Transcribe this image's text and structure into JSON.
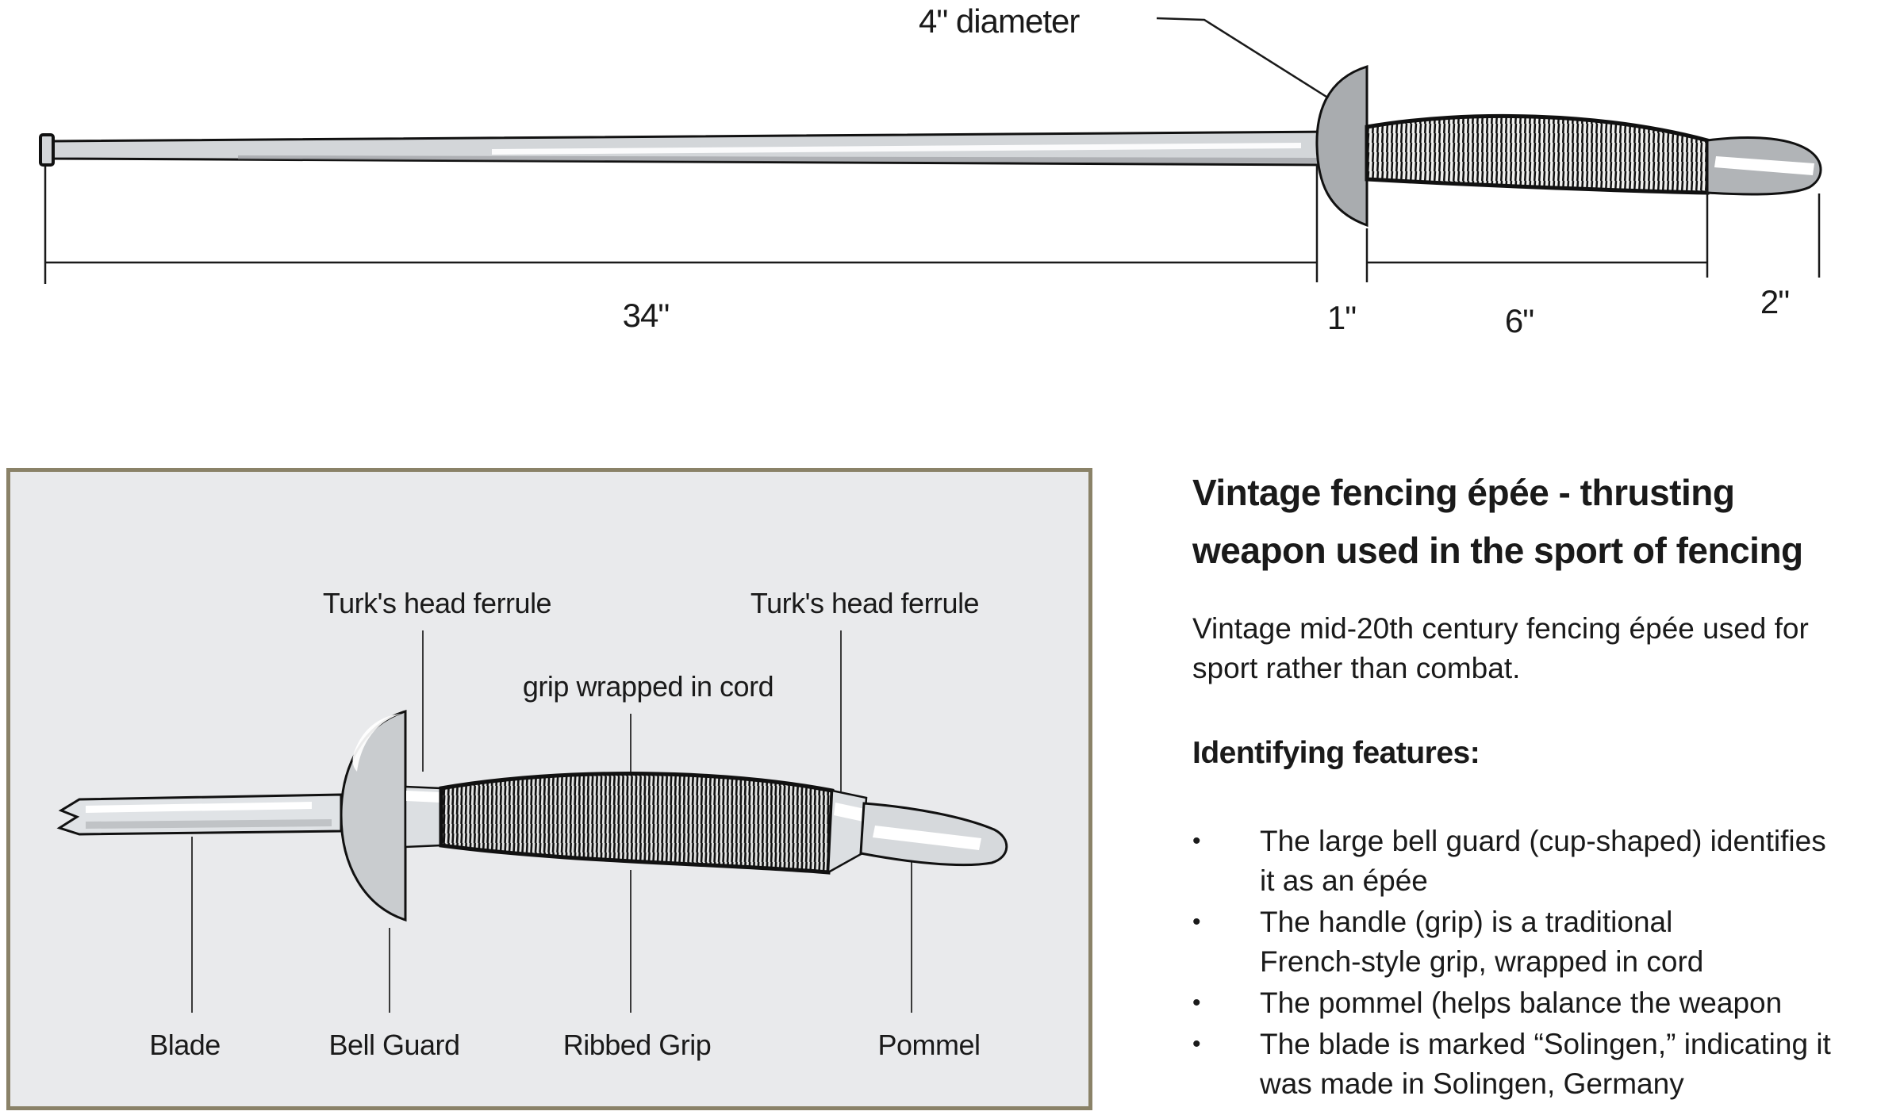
{
  "top_drawing": {
    "callout_label": "4\" diameter",
    "dim_blade": "34\"",
    "dim_guard": "1\"",
    "dim_grip": "6\"",
    "dim_pommel": "2\""
  },
  "diagram_box": {
    "labels": {
      "ferrule_left": "Turk's head ferrule",
      "ferrule_right": "Turk's head ferrule",
      "cord": "grip wrapped in cord",
      "blade": "Blade",
      "bell_guard": "Bell Guard",
      "ribbed_grip": "Ribbed Grip",
      "pommel": "Pommel"
    }
  },
  "info": {
    "title_line1": "Vintage fencing épée - thrusting",
    "title_line2": "weapon used in the sport of fencing",
    "desc_line1": "Vintage mid-20th century fencing épée used for",
    "desc_line2": "sport rather than combat.",
    "features_heading": "Identifying features:",
    "bullet_char": "•",
    "bullets": [
      {
        "line1": "The large bell guard (cup-shaped) identifies",
        "line2": "it as an épée"
      },
      {
        "line1": "The handle (grip) is a traditional",
        "line2": "French-style grip, wrapped in cord"
      },
      {
        "line1": "The pommel (helps balance the weapon",
        "line2": ""
      },
      {
        "line1": "The blade is marked “Solingen,” indicating it",
        "line2": "was made in Solingen, Germany"
      }
    ]
  },
  "colors": {
    "ink": "#1a1a1a",
    "metal_light": "#d3d6d9",
    "guard_gray": "#a9acaf",
    "pommel_gray": "#b1b4b7",
    "box_fill": "#e9eaec",
    "box_border": "#8a8268",
    "box_metal": "#c9cccf"
  }
}
